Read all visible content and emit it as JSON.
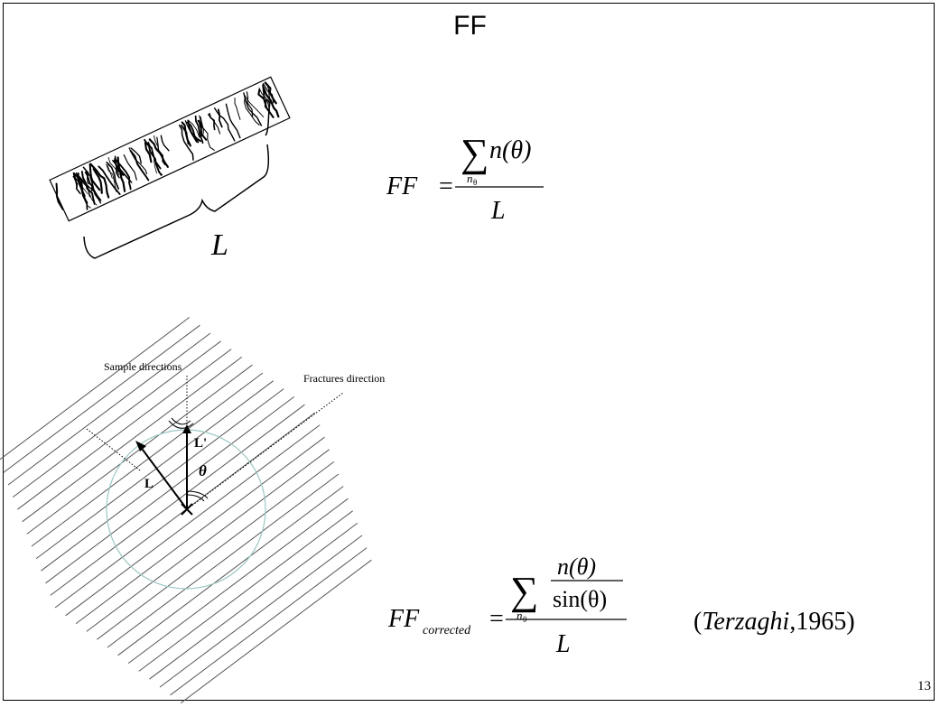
{
  "slide": {
    "title": "FF",
    "page_number": "13"
  },
  "core_figure": {
    "length_label": "L"
  },
  "formula_ff": {
    "lhs": "FF",
    "equals": "=",
    "sum_symbol": "∑",
    "sum_index": "n",
    "sum_index_sub": "θ",
    "numerator_term": "n(θ)",
    "denominator": "L"
  },
  "direction_diagram": {
    "sample_directions_label": "Sample directions",
    "fractures_direction_label": "Fractures direction",
    "sample_length_label": "L",
    "projected_length_label": "L'",
    "angle_label": "θ"
  },
  "formula_corrected": {
    "lhs": "FF",
    "lhs_subscript": "corrected",
    "equals": "=",
    "sum_symbol": "∑",
    "sum_index": "n",
    "sum_index_sub": "θ",
    "inner_numerator": "n(θ)",
    "inner_denominator": "sin(θ)",
    "denominator": "L",
    "citation_open": "(",
    "citation_author": "Terzaghi",
    "citation_rest": ",1965)"
  }
}
